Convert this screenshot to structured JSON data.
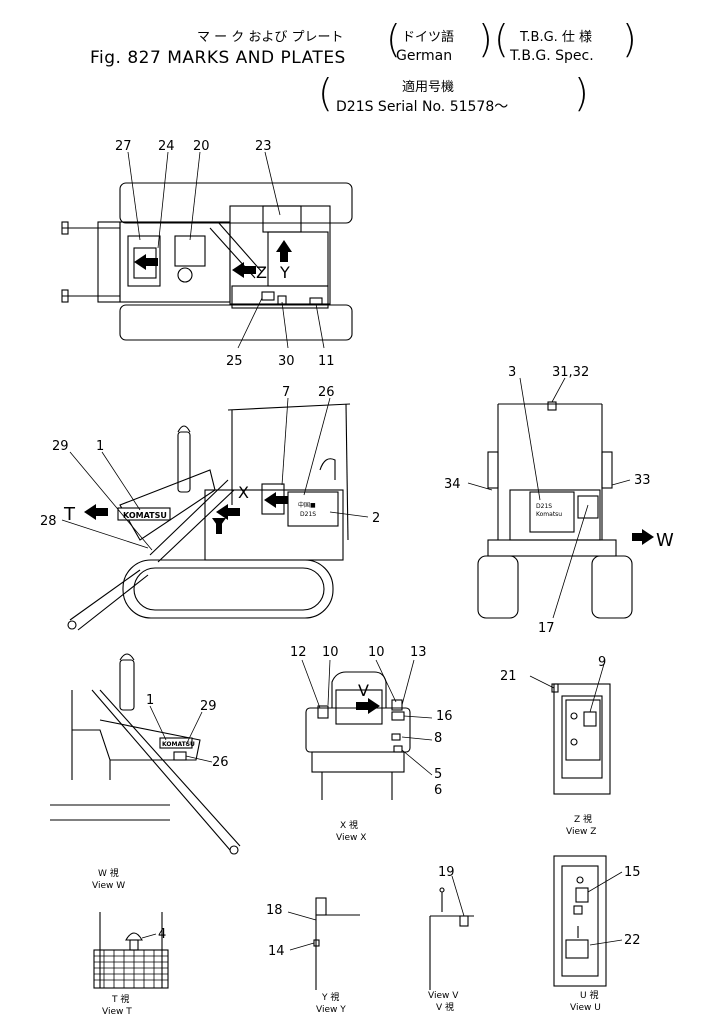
{
  "header": {
    "title_jp": "マ ー ク および プレート",
    "title_en": "Fig. 827 MARKS AND PLATES",
    "variant_jp": "ドイツ語",
    "variant_en": "German",
    "spec_jp": "T.B.G. 仕 様",
    "spec_en": "T.B.G. Spec.",
    "serial_jp": "適用号機",
    "serial_en": "D21S Serial No. 51578～"
  },
  "callouts": {
    "top": [
      "27",
      "24",
      "20",
      "23",
      "25",
      "30",
      "11"
    ],
    "side": [
      "7",
      "26",
      "29",
      "1",
      "2",
      "28"
    ],
    "rear": [
      "3",
      "31,32",
      "34",
      "33",
      "17"
    ],
    "viewx": [
      "12",
      "10",
      "10",
      "13",
      "16",
      "8",
      "5",
      "6"
    ],
    "viewz": [
      "21",
      "9"
    ],
    "vieww": [
      "1",
      "29",
      "26"
    ],
    "viewt": [
      "4"
    ],
    "viewy": [
      "18",
      "14"
    ],
    "viewv": [
      "19"
    ],
    "viewu": [
      "15",
      "22"
    ]
  },
  "arrows": {
    "t": "T",
    "w": "W",
    "x": "X",
    "y": "Y",
    "z": "Z",
    "v": "V"
  },
  "plates": {
    "brand": "KOMATSU",
    "side_plate_line1": "中国■",
    "side_plate_line2": "D21S",
    "rear_plate_line1": "D21S",
    "rear_plate_line2": "Komatsu"
  },
  "captions": {
    "view_x_jp": "X 視",
    "view_x_en": "View X",
    "view_z_jp": "Z 視",
    "view_z_en": "View Z",
    "view_w_jp": "W 視",
    "view_w_en": "View W",
    "view_t_jp": "T 視",
    "view_t_en": "View T",
    "view_y_jp": "Y 視",
    "view_y_en": "View Y",
    "view_v_jp": "V 視",
    "view_v_en": "View V",
    "view_u_jp": "U 視",
    "view_u_en": "View U"
  }
}
